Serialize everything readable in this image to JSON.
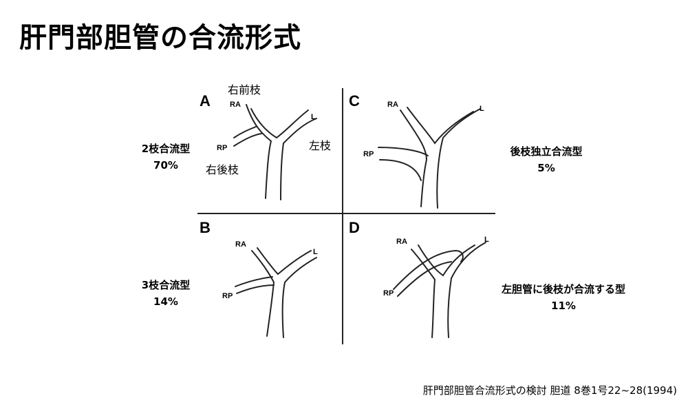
{
  "title": "肝門部胆管の合流形式",
  "panels": {
    "A": {
      "letter": "A",
      "labels": {
        "RA": "RA",
        "RP": "RP",
        "L": "L"
      },
      "jp": {
        "right_anterior": "右前枝",
        "right_posterior": "右後枝",
        "left": "左枝"
      },
      "type_name": "2枝合流型",
      "percent": "70%"
    },
    "B": {
      "letter": "B",
      "labels": {
        "RA": "RA",
        "RP": "RP",
        "L": "L"
      },
      "type_name": "3枝合流型",
      "percent": "14%"
    },
    "C": {
      "letter": "C",
      "labels": {
        "RA": "RA",
        "RP": "RP",
        "L": "L"
      },
      "type_name": "後枝独立合流型",
      "percent": "5%"
    },
    "D": {
      "letter": "D",
      "labels": {
        "RA": "RA",
        "RP": "RP",
        "L": "L"
      },
      "type_name": "左胆管に後枝が合流する型",
      "percent": "11%"
    }
  },
  "citation": "肝門部胆管合流形式の検討 胆道 8巻1号22~28(1994)"
}
